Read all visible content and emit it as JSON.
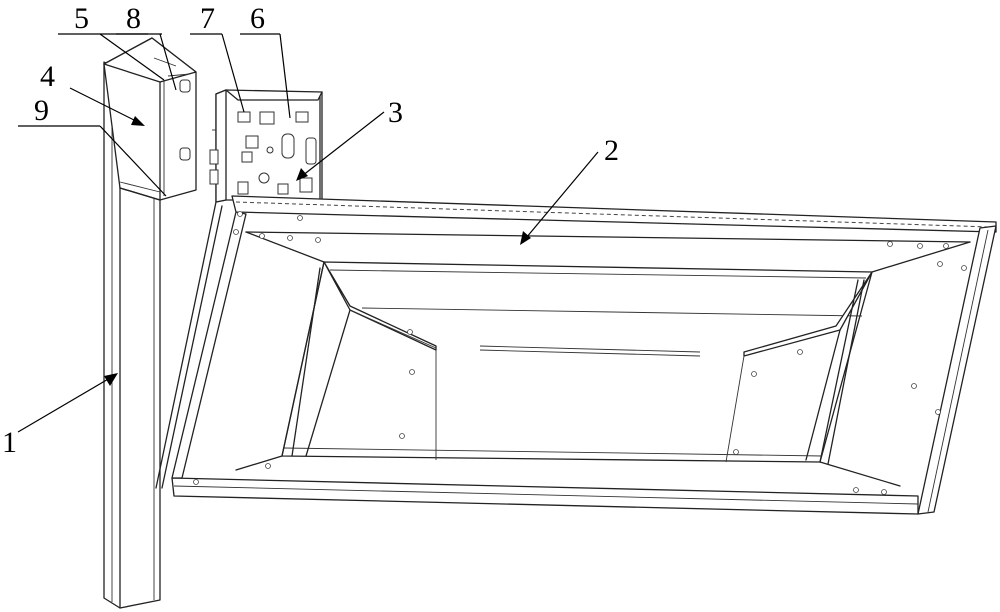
{
  "labels": {
    "l1": "1",
    "l2": "2",
    "l3": "3",
    "l4": "4",
    "l5": "5",
    "l6": "6",
    "l7": "7",
    "l8": "8",
    "l9": "9"
  }
}
